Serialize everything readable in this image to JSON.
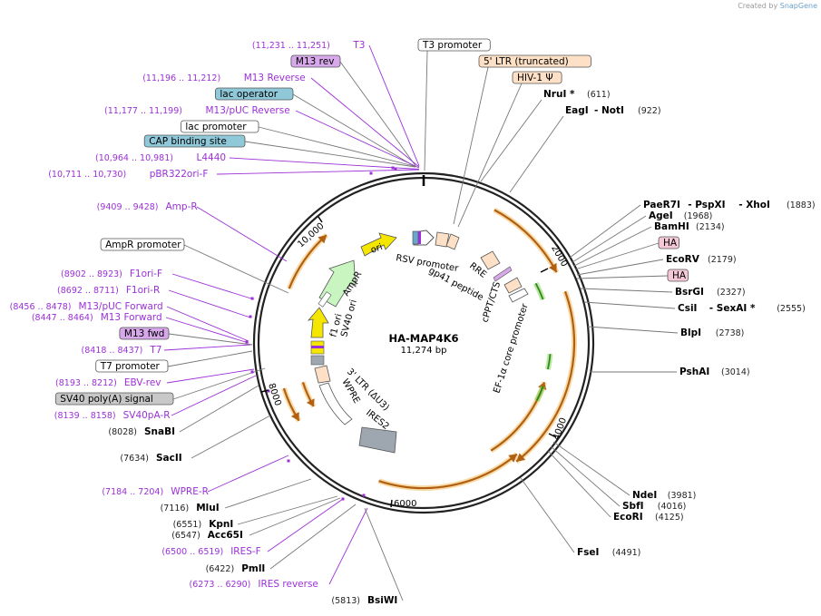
{
  "app": {
    "credit_prefix": "Created by",
    "credit_brand": "SnapGene"
  },
  "plasmid": {
    "name": "HA-MAP4K6",
    "length_label": "11,274 bp",
    "length": 11274
  },
  "ticks": [
    "2000",
    "4000",
    "6000",
    "8000",
    "10,000"
  ],
  "top_labels": [
    {
      "coord": "(11,231 .. 11,251)",
      "name": "T3",
      "type": "primer"
    },
    {
      "name": "M13 rev",
      "type": "box",
      "color": "#d7a8ea"
    },
    {
      "coord": "(11,196 .. 11,212)",
      "name": "M13 Reverse",
      "type": "primer"
    },
    {
      "name": "lac operator",
      "type": "box",
      "color": "#8fc8d8"
    },
    {
      "coord": "(11,177 .. 11,199)",
      "name": "M13/pUC Reverse",
      "type": "primer"
    },
    {
      "name": "lac promoter",
      "type": "box",
      "color": "#ffffff"
    },
    {
      "name": "CAP binding site",
      "type": "box",
      "color": "#8fc8d8"
    },
    {
      "coord": "(10,964 .. 10,981)",
      "name": "L4440",
      "type": "primer"
    },
    {
      "coord": "(10,711 .. 10,730)",
      "name": "pBR322ori-F",
      "type": "primer"
    }
  ],
  "top_right_labels": [
    {
      "name": "T3 promoter",
      "type": "box",
      "color": "#ffffff"
    },
    {
      "name": "5' LTR (truncated)",
      "type": "box",
      "color": "#fde0c6"
    },
    {
      "name": "HIV-1 Ψ",
      "type": "box",
      "color": "#fde0c6"
    },
    {
      "name": "NruI *",
      "coord": "(611)",
      "type": "enzyme"
    },
    {
      "name": "EagI",
      "name2": "NotI",
      "coord": "(922)",
      "type": "enzyme2"
    }
  ],
  "right_labels": [
    {
      "name": "PaeR7I",
      "name2": "PspXI",
      "name3": "XhoI",
      "coord": "(1883)",
      "type": "enzyme3"
    },
    {
      "name": "AgeI",
      "coord": "(1968)",
      "type": "enzyme"
    },
    {
      "name": "BamHI",
      "coord": "(2134)",
      "type": "enzyme"
    },
    {
      "name": "HA",
      "type": "box",
      "color": "#f5c8d8"
    },
    {
      "name": "EcoRV",
      "coord": "(2179)",
      "type": "enzyme"
    },
    {
      "name": "HA",
      "type": "box",
      "color": "#f5c8d8"
    },
    {
      "name": "BsrGI",
      "coord": "(2327)",
      "type": "enzyme"
    },
    {
      "name": "CsiI",
      "name2": "SexAI *",
      "coord": "(2555)",
      "type": "enzyme2"
    },
    {
      "name": "BlpI",
      "coord": "(2738)",
      "type": "enzyme"
    },
    {
      "name": "PshAI",
      "coord": "(3014)",
      "type": "enzyme"
    },
    {
      "name": "NdeI",
      "coord": "(3981)",
      "type": "enzyme"
    },
    {
      "name": "SbfI",
      "coord": "(4016)",
      "type": "enzyme"
    },
    {
      "name": "EcoRI",
      "coord": "(4125)",
      "type": "enzyme"
    },
    {
      "name": "FseI",
      "coord": "(4491)",
      "type": "enzyme"
    }
  ],
  "left_labels": [
    {
      "coord": "(9409 .. 9428)",
      "name": "Amp-R",
      "type": "primer"
    },
    {
      "name": "AmpR promoter",
      "type": "box",
      "color": "#ffffff"
    },
    {
      "coord": "(8902 .. 8923)",
      "name": "F1ori-F",
      "type": "primer"
    },
    {
      "coord": "(8692 .. 8711)",
      "name": "F1ori-R",
      "type": "primer"
    },
    {
      "coord": "(8456 .. 8478)",
      "name": "M13/pUC Forward",
      "type": "primer"
    },
    {
      "coord": "(8447 .. 8464)",
      "name": "M13 Forward",
      "type": "primer"
    },
    {
      "name": "M13 fwd",
      "type": "box",
      "color": "#d7a8ea"
    },
    {
      "coord": "(8418 .. 8437)",
      "name": "T7",
      "type": "primer"
    },
    {
      "name": "T7 promoter",
      "type": "box",
      "color": "#ffffff"
    },
    {
      "coord": "(8193 .. 8212)",
      "name": "EBV-rev",
      "type": "primer"
    },
    {
      "name": "SV40 poly(A) signal",
      "type": "box",
      "color": "#c8c8c8"
    },
    {
      "coord": "(8139 .. 8158)",
      "name": "SV40pA-R",
      "type": "primer"
    },
    {
      "coord": "(8028)",
      "name": "SnaBI",
      "type": "enzyme"
    },
    {
      "coord": "(7634)",
      "name": "SacII",
      "type": "enzyme"
    },
    {
      "coord": "(7184 .. 7204)",
      "name": "WPRE-R",
      "type": "primer"
    },
    {
      "coord": "(7116)",
      "name": "MluI",
      "type": "enzyme"
    },
    {
      "coord": "(6551)",
      "name": "KpnI",
      "type": "enzyme"
    },
    {
      "coord": "(6547)",
      "name": "Acc65I",
      "type": "enzyme"
    },
    {
      "coord": "(6500 .. 6519)",
      "name": "IRES-F",
      "type": "primer"
    },
    {
      "coord": "(6422)",
      "name": "PmlI",
      "type": "enzyme"
    },
    {
      "coord": "(6273 .. 6290)",
      "name": "IRES reverse",
      "type": "primer"
    },
    {
      "coord": "(5813)",
      "name": "BsiWI",
      "type": "enzyme"
    }
  ],
  "features": {
    "rsv_promoter": "RSV promoter",
    "rre": "RRE",
    "gp41": "gp41 peptide",
    "cppt": "cPPT/CTS",
    "ef1a": "EF-1α core promoter",
    "ires2": "IRES2",
    "ltr3": "3' LTR (ΔU3)",
    "wpre": "WPRE",
    "sv40ori": "SV40 ori",
    "f1ori": "f1 ori",
    "ampr": "AmpR",
    "ori": "ori"
  },
  "colors": {
    "primer": "#9b30d9",
    "orf": "#f0b040",
    "orf_arrow": "#b06010",
    "promoter_green": "#7ad04a",
    "ori_yellow": "#f5e600",
    "ampr_green": "#c8f5c0"
  }
}
